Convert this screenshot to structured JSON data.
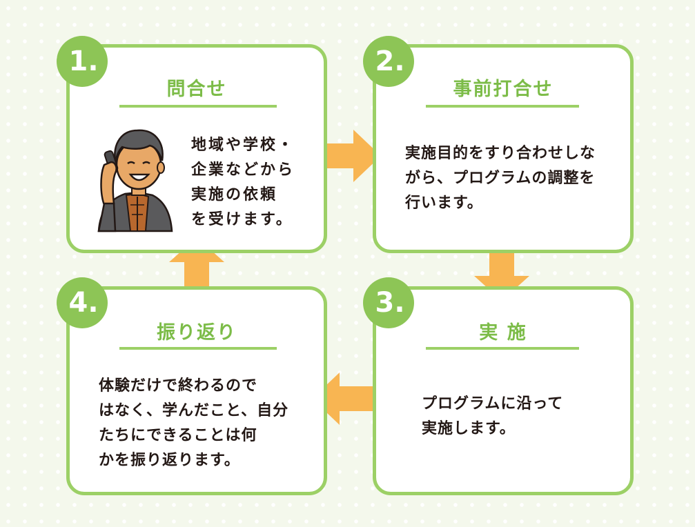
{
  "colors": {
    "green_border": "#9cd066",
    "green_badge": "#8dc556",
    "green_heading": "#7cbc48",
    "arrow_orange": "#f8b552",
    "text": "#231815"
  },
  "steps": [
    {
      "number": "1.",
      "title": "問合せ",
      "text": "地域や学校・\n企業などから\n実施の依頼\nを受けます。"
    },
    {
      "number": "2.",
      "title": "事前打合せ",
      "text": "実施目的をすり合わせしな\nがら、プログラムの調整を\n行います。"
    },
    {
      "number": "3.",
      "title": "実 施",
      "text": "プログラムに沿って\n実施します。"
    },
    {
      "number": "4.",
      "title": "振り返り",
      "text": "体験だけで終わるので\nはなく、学んだこと、自分\nたちにできることは何\nかを振り返ります。"
    }
  ],
  "icons": {
    "person": "person-on-phone-icon",
    "arrows": [
      "arrow-right-icon",
      "arrow-down-icon",
      "arrow-left-icon",
      "arrow-up-icon"
    ]
  }
}
